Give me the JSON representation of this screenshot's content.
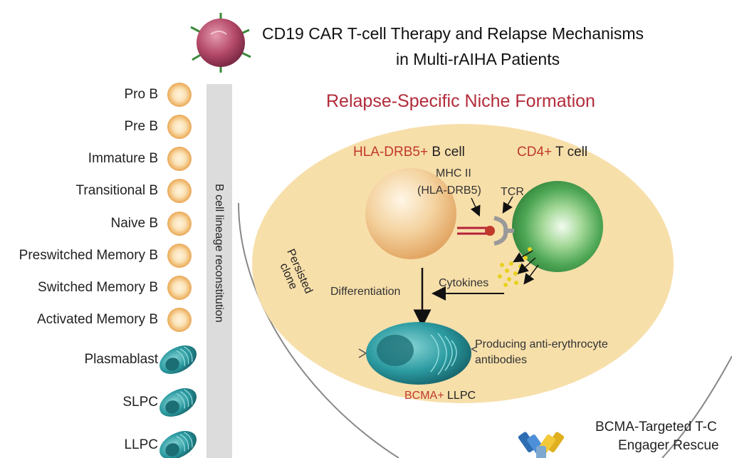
{
  "title": {
    "line1": "CD19 CAR T-cell Therapy and Relapse Mechanisms",
    "line2": "in Multi-rAIHA Patients"
  },
  "niche_title": "Relapse-Specific Niche Formation",
  "lineage": {
    "bar_label": "B cell lineage reconstitution",
    "stages": [
      {
        "label": "Pro B",
        "cell": "b-cell"
      },
      {
        "label": "Pre B",
        "cell": "b-cell"
      },
      {
        "label": "Immature B",
        "cell": "b-cell"
      },
      {
        "label": "Transitional B",
        "cell": "b-cell"
      },
      {
        "label": "Naive B",
        "cell": "b-cell"
      },
      {
        "label": "Preswitched Memory B",
        "cell": "b-cell"
      },
      {
        "label": "Switched Memory B",
        "cell": "b-cell"
      },
      {
        "label": "Activated Memory B",
        "cell": "b-cell"
      },
      {
        "label": "Plasmablast",
        "cell": "plasma-cell"
      },
      {
        "label": "SLPC",
        "cell": "plasma-cell"
      },
      {
        "label": "LLPC",
        "cell": "plasma-cell"
      }
    ]
  },
  "niche": {
    "b_cell_marker": "HLA-DRB5+",
    "b_cell_name": "B cell",
    "t_cell_marker": "CD4+",
    "t_cell_name": "T cell",
    "mhc_line1": "MHC II",
    "mhc_line2": "(HLA-DRB5)",
    "tcr": "TCR",
    "cytokines": "Cytokines",
    "differentiation": "Differentiation",
    "persisted_line1": "Persisted",
    "persisted_line2": "clone",
    "producing_line1": "Producing anti-erythrocyte",
    "producing_line2": "antibodies",
    "llpc_marker": "BCMA+",
    "llpc_name": "LLPC"
  },
  "rescue": {
    "line1": "BCMA-Targeted T-C",
    "line2": "Engager Rescue"
  },
  "colors": {
    "title_red": "#b22b3a",
    "marker_red": "#c0392b",
    "niche_fill": "#f7dfaa",
    "b_cell": "#f2c98d",
    "t_cell": "#4aa651",
    "plasma_cell": "#2a9aa0",
    "car_t": "#b84a6c"
  }
}
